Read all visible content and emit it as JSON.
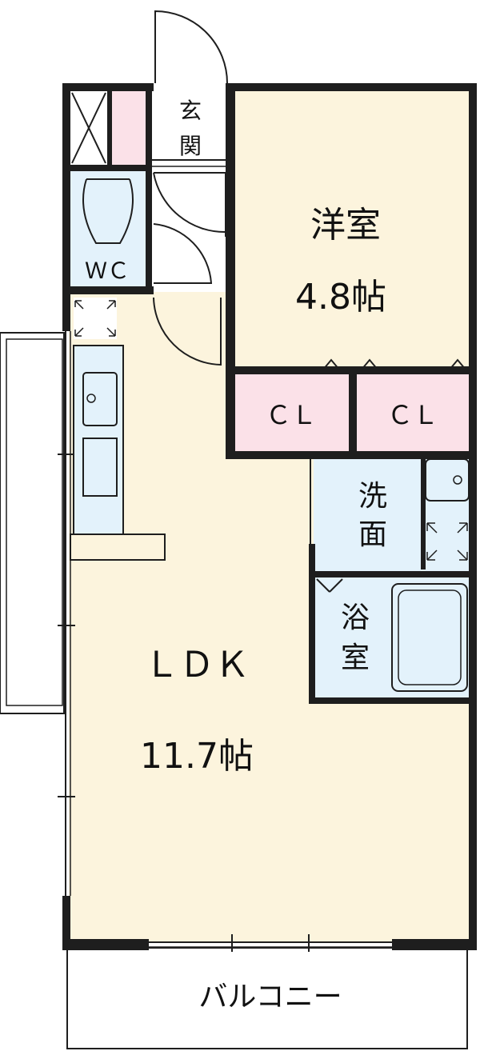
{
  "colors": {
    "living_floor": "#fcf4dd",
    "wet_area": "#e3f2fb",
    "closet": "#fbe1e8",
    "wall": "#1e1e1e",
    "balcony": "#ffffff"
  },
  "rooms": {
    "western_room": {
      "name": "洋室",
      "size": "4.8帖"
    },
    "ldk": {
      "name": "ＬＤＫ",
      "size": "11.7帖"
    },
    "closet_1": {
      "name": "ＣＬ"
    },
    "closet_2": {
      "name": "ＣＬ"
    },
    "washroom": {
      "line1": "洗",
      "line2": "面"
    },
    "bathroom": {
      "line1": "浴",
      "line2": "室"
    },
    "toilet": {
      "name": "ＷＣ"
    },
    "entrance": {
      "line1": "玄",
      "line2": "関"
    },
    "balcony": {
      "name": "バルコニー"
    }
  }
}
